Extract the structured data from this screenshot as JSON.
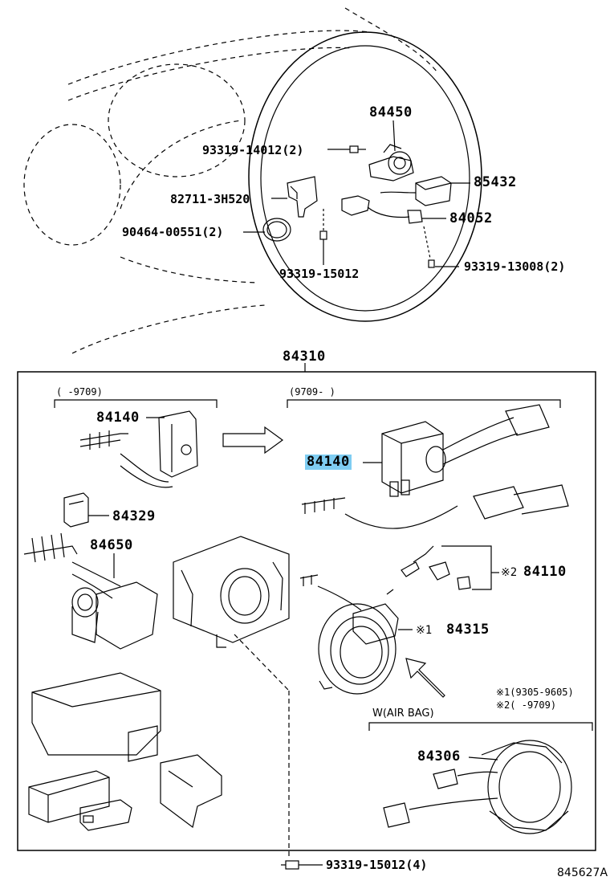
{
  "parts": {
    "p84450": "84450",
    "p93319_14012": "93319-14012(2)",
    "p85432": "85432",
    "p82711": "82711-3H520",
    "p84052": "84052",
    "p90464": "90464-00551(2)",
    "p93319_13008": "93319-13008(2)",
    "p93319_15012a": "93319-15012",
    "p84310": "84310",
    "p84140_left": "84140",
    "p84140_right": "84140",
    "p84329": "84329",
    "p84650": "84650",
    "p84110": "84110",
    "p84315": "84315",
    "p84306": "84306",
    "p93319_15012b": "93319-15012(4)"
  },
  "notes": {
    "range_left": "(      -9709)",
    "range_right": "(9709-       )",
    "mark1": "※2",
    "mark2": "※1",
    "legend1": "※1(9305-9605)",
    "legend2": "※2(       -9709)",
    "airbag": "W(AIR BAG)"
  },
  "figure_id": "845627A",
  "highlight_color": "#7fcdf2"
}
